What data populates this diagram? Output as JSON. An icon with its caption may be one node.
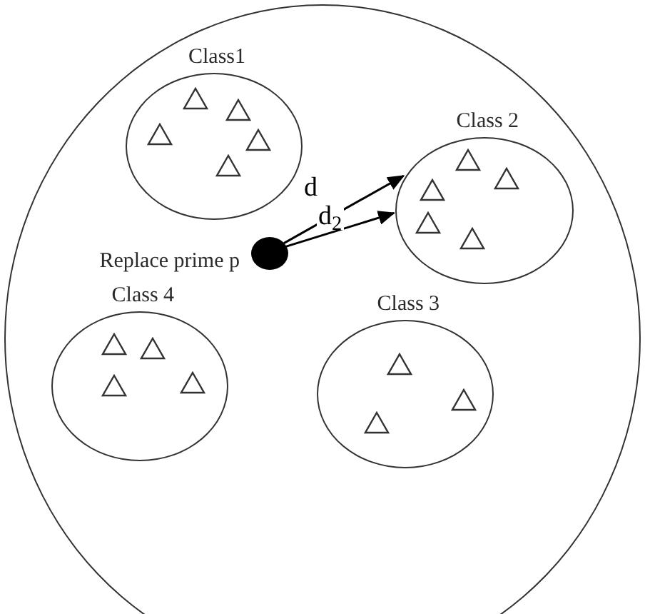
{
  "diagram": {
    "nodes": [
      {
        "text": [],
        "shape": "circle"
      },
      {
        "text": [
          "Class1"
        ],
        "in": 0
      },
      {
        "text": [
          "Class 2"
        ],
        "in": 0
      },
      {
        "text": [],
        "shape": "circle",
        "in": 0,
        "beside": [
          "Replace prime p"
        ]
      },
      {
        "text": [
          "Class 4"
        ],
        "in": 0
      },
      {
        "text": [
          "Class 3"
        ],
        "in": 0
      }
    ],
    "edges": [
      {
        "from": 3,
        "to": 2,
        "arrow": "to",
        "label": "d"
      },
      {
        "from": 3,
        "to": 2,
        "arrow": "to",
        "label": "d$_{2}$"
      }
    ]
  }
}
